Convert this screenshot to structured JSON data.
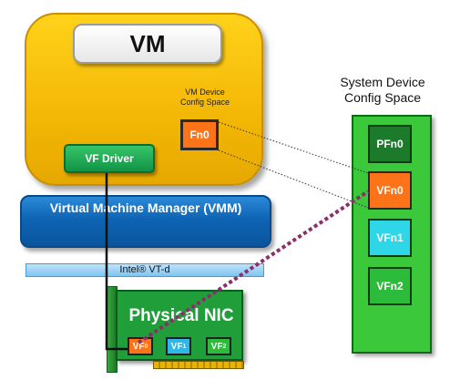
{
  "vm": {
    "title": "VM",
    "device_config_label_line1": "VM Device",
    "device_config_label_line2": "Config Space",
    "fn0": "Fn0",
    "vf_driver": "VF Driver"
  },
  "vmm": {
    "label": "Virtual Machine Manager (VMM)"
  },
  "vtd": {
    "label": "Intel® VT-d"
  },
  "nic": {
    "label": "Physical NIC",
    "vfs": [
      {
        "base": "VF",
        "sub": "0"
      },
      {
        "base": "VF",
        "sub": "1"
      },
      {
        "base": "VF",
        "sub": "2"
      }
    ]
  },
  "system_config": {
    "label_line1": "System Device",
    "label_line2": "Config Space",
    "functions": [
      "PFn0",
      "VFn0",
      "VFn1",
      "VFn2"
    ]
  },
  "colors": {
    "vm_yellow": "#f3b705",
    "vmm_blue": "#0e64b4",
    "vf_orange": "#ff7318",
    "dotted_link": "#8b2f6a",
    "nic_green": "#1f9e3a"
  }
}
